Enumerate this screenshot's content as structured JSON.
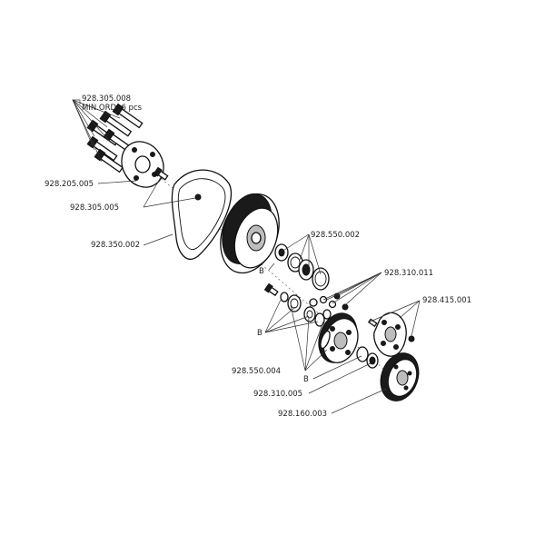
{
  "labels": {
    "p928_305_008": "928.305.008",
    "min_ord": "MIN.ORD.  6 pcs",
    "p928_205_005": "928.205.005",
    "p928_305_005": "928.305.005",
    "p928_350_002": "928.350.002",
    "p928_550_002": "928.550.002",
    "b1": "B",
    "p928_310_011": "928.310.011",
    "p928_415_001": "928.415.001",
    "b2": "B",
    "p928_550_004": "928.550.004",
    "b3": "B",
    "p928_310_005": "928.310.005",
    "p928_160_003": "928.160.003"
  }
}
